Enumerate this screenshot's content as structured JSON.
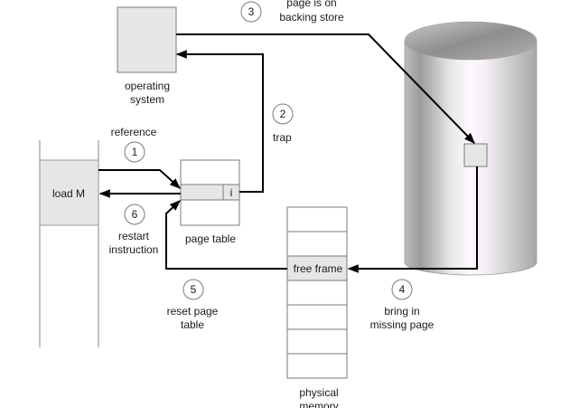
{
  "title": "Steps in handling a page fault",
  "nodes": {
    "operating_system": {
      "label_lines": [
        "operating",
        "system"
      ]
    },
    "instruction": {
      "label": "load M"
    },
    "page_table": {
      "label": "page table",
      "invalid_bit": "i"
    },
    "physical_memory": {
      "label_lines": [
        "physical",
        "memory"
      ],
      "frame_count": 7,
      "free_frame_index": 2,
      "free_frame_label": "free frame"
    },
    "backing_store": {
      "shape": "cylinder"
    }
  },
  "steps": [
    {
      "number": "1",
      "label_lines": [
        "reference"
      ]
    },
    {
      "number": "2",
      "label_lines": [
        "trap"
      ]
    },
    {
      "number": "3",
      "label_lines": [
        "page is on",
        "backing store"
      ]
    },
    {
      "number": "4",
      "label_lines": [
        "bring in",
        "missing page"
      ]
    },
    {
      "number": "5",
      "label_lines": [
        "reset page",
        "table"
      ]
    },
    {
      "number": "6",
      "label_lines": [
        "restart",
        "instruction"
      ]
    }
  ],
  "colors": {
    "box_fill": "#e6e6e6",
    "box_stroke": "#808080",
    "arrow": "#000000",
    "cylinder_dark": "#9a9a9a",
    "cylinder_light": "#ffffff",
    "cylinder_tint": "#f6f0f6"
  }
}
